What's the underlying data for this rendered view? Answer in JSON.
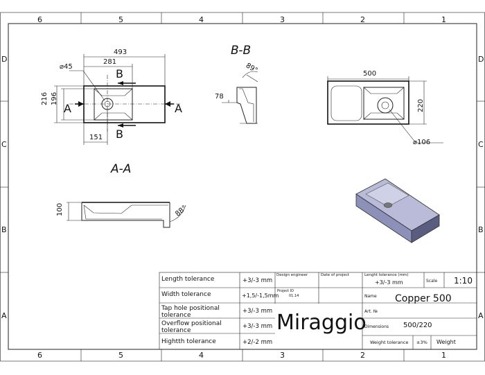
{
  "frame": {
    "columns": [
      "6",
      "5",
      "4",
      "3",
      "2",
      "1"
    ],
    "rows": [
      "D",
      "C",
      "B",
      "A"
    ]
  },
  "views": {
    "section_bb_title": "B-B",
    "section_aa_title": "A-A",
    "section_marker_a": "A",
    "section_marker_b": "B"
  },
  "dimensions": {
    "top_length": "493",
    "top_inner": "281",
    "hole_dia": "⌀45",
    "height_outer": "216",
    "height_inner": "196",
    "offset_151": "151",
    "bb_angle": "89°",
    "bb_depth": "78",
    "right_length": "500",
    "right_width": "220",
    "drain_dia": "⌀106",
    "aa_height": "100",
    "aa_angle": "88°"
  },
  "title_block": {
    "tolerances": [
      {
        "label": "Length tolerance",
        "value": "+3/-3 mm"
      },
      {
        "label": "Width tolerance",
        "value": "+1,5/-1,5mm"
      },
      {
        "label": "Tap hole positional tolerance",
        "value": "+3/-3 mm"
      },
      {
        "label": "Overflow positional tolerance",
        "value": "+3/-3 mm"
      },
      {
        "label": "Hightth tolerance",
        "value": "+2/-2 mm"
      }
    ],
    "design_engineer_label": "Design engineer",
    "date_label": "Date of project",
    "project_id_label": "Project ID",
    "project_id_value": "01.14",
    "brand": "Miraggio",
    "length_tol_label": "Lenght tolerance (mm)",
    "length_tol_value": "+3/-3 mm",
    "scale_label": "Scale",
    "scale_value": "1:10",
    "name_label": "Name",
    "name_value": "Copper 500",
    "art_label": "Art. №",
    "dimensions_label": "Dimensions",
    "dimensions_value": "500/220",
    "weight_tol_label": "Weight tolerance",
    "weight_tol_value": "±3%",
    "weight_label": "Weight"
  }
}
